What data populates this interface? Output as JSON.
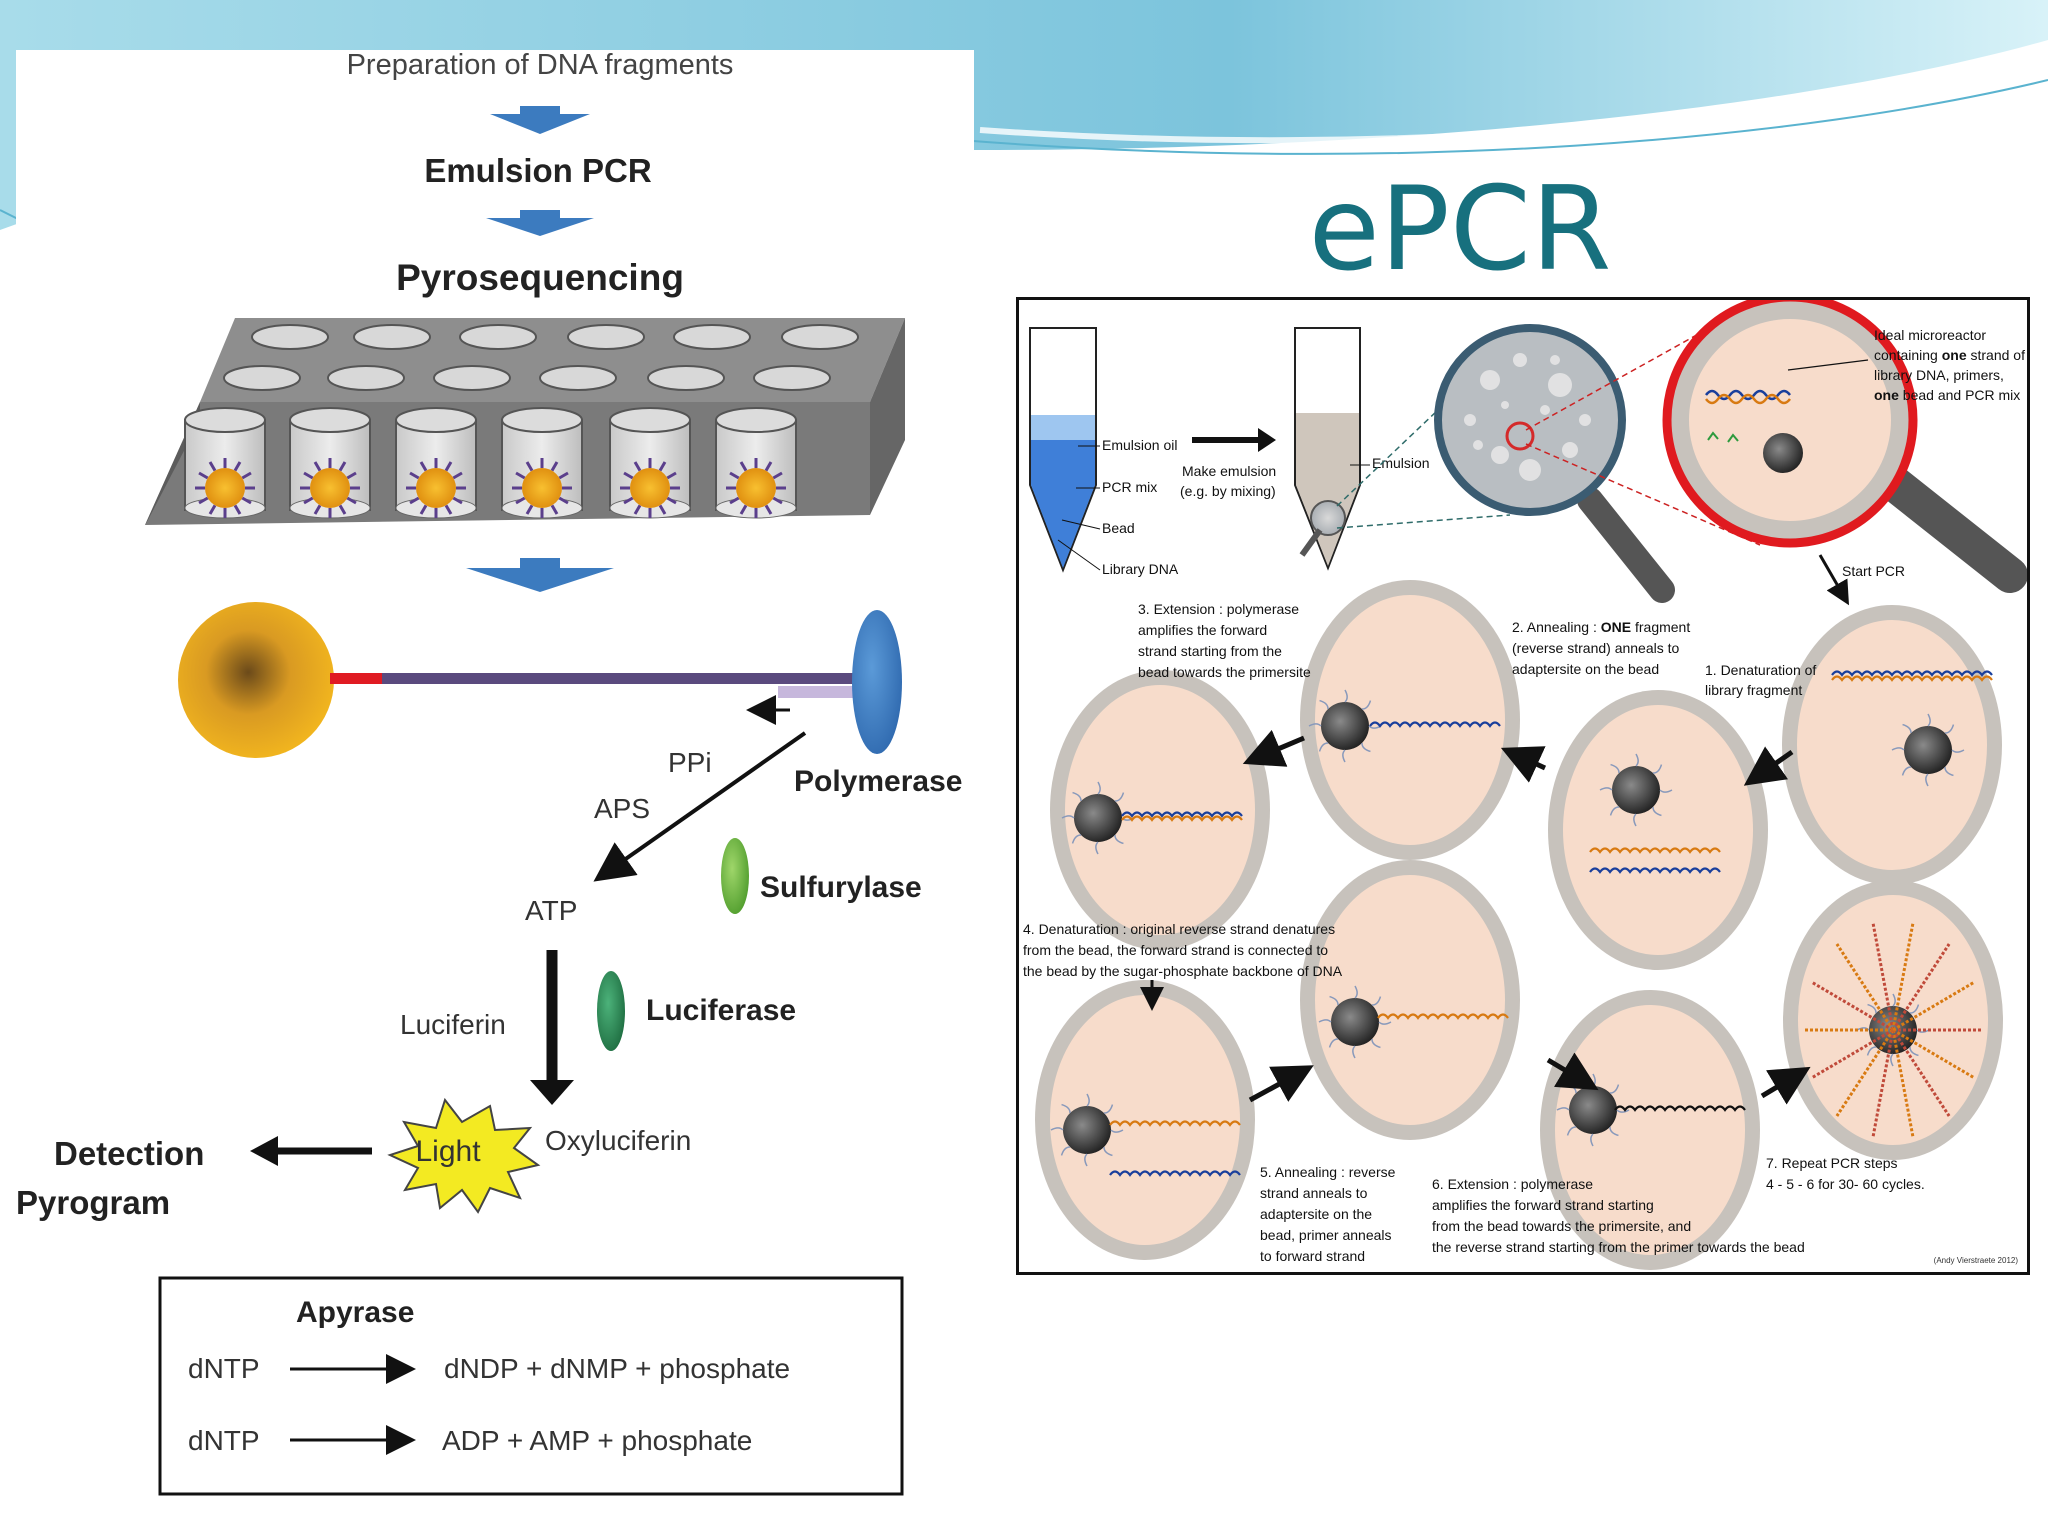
{
  "slide": {
    "title": "ePCR",
    "colors": {
      "title": "#17707e",
      "swoosh_dark": "#7ec3dc",
      "swoosh_light": "#c8ecf5"
    }
  },
  "pyro": {
    "steps": [
      "Preparation of DNA fragments",
      "Emulsion PCR",
      "Pyrosequencing"
    ],
    "labels": {
      "ppi": "PPi",
      "aps": "APS",
      "atp": "ATP",
      "polymerase": "Polymerase",
      "sulfurylase": "Sulfurylase",
      "luciferin": "Luciferin",
      "luciferase": "Luciferase",
      "light": "Light",
      "oxyluciferin": "Oxyluciferin",
      "detection": "Detection",
      "pyrogram": "Pyrogram"
    },
    "apyrase": {
      "title": "Apyrase",
      "reactions": [
        {
          "substrate": "dNTP",
          "products": "dNDP + dNMP + phosphate"
        },
        {
          "substrate": "dNTP",
          "products": "ADP + AMP + phosphate"
        }
      ]
    }
  },
  "epcr": {
    "tube_labels": [
      "Emulsion oil",
      "PCR mix",
      "Bead",
      "Library DNA"
    ],
    "make_emulsion": [
      "Make emulsion",
      "(e.g. by mixing)"
    ],
    "emulsion": "Emulsion",
    "ideal": {
      "lines": [
        "Ideal microreactor",
        "containing ",
        "one",
        " strand of",
        "library DNA, primers,",
        "one",
        " bead and PCR mix"
      ]
    },
    "start_pcr": "Start PCR",
    "step1": [
      "1. Denaturation of",
      "library fragment"
    ],
    "step2": [
      "2. Annealing : ",
      "ONE",
      " fragment",
      "(reverse strand) anneals to",
      "adaptersite on the bead"
    ],
    "step3": [
      "3. Extension : polymerase",
      "amplifies the forward",
      "strand starting from the",
      "bead towards the primersite"
    ],
    "step4": [
      "4. Denaturation : original reverse strand denatures",
      "from the bead, the forward strand is connected to",
      "the bead by the sugar-phosphate backbone of DNA"
    ],
    "step5": [
      "5. Annealing : reverse",
      "strand anneals to",
      "adaptersite on the",
      "bead, primer anneals",
      "to forward strand"
    ],
    "step6": [
      "6. Extension : polymerase",
      "amplifies the forward strand starting",
      "from the bead towards the primersite,  and",
      "the reverse strand starting from the primer towards the bead"
    ],
    "step7": [
      "7. Repeat PCR steps",
      "4 - 5 - 6 for 30- 60 cycles."
    ],
    "credit": "(Andy Vierstraete 2012)"
  }
}
